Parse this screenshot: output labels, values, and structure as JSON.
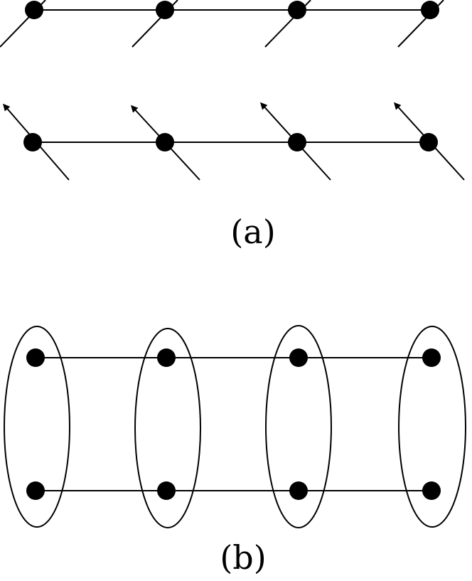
{
  "panel_a": {
    "label": "(a)",
    "chains": [
      {
        "sites": 4,
        "spin": "up-right"
      },
      {
        "sites": 4,
        "spin": "up-left"
      }
    ]
  },
  "panel_b": {
    "label": "(b)",
    "sites_per_leg": 4,
    "legs": 2,
    "rungs_enclosed": true
  },
  "colors": {
    "ink": "#000000",
    "background": "#ffffff"
  }
}
